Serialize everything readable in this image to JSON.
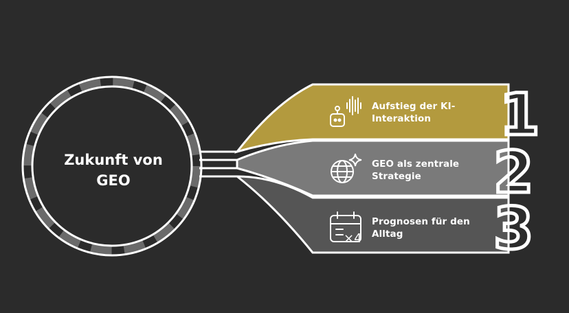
{
  "hub": {
    "title_line1": "Zukunft von",
    "title_line2": "GEO"
  },
  "items": [
    {
      "number": "1",
      "line1": "Aufstieg der KI-",
      "line2": "Interaktion",
      "icon": "robot-signal-icon",
      "fill": "#b39a3e"
    },
    {
      "number": "2",
      "line1": "GEO als zentrale",
      "line2": "Strategie",
      "icon": "globe-sparkle-icon",
      "fill": "#7a7a7a"
    },
    {
      "number": "3",
      "line1": "Prognosen für den",
      "line2": "Alltag",
      "icon": "calendar-forecast-icon",
      "fill": "#555555"
    }
  ],
  "colors": {
    "background": "#2b2b2b",
    "outline": "#ffffff",
    "hub_dashes": "#6a6a6a"
  }
}
